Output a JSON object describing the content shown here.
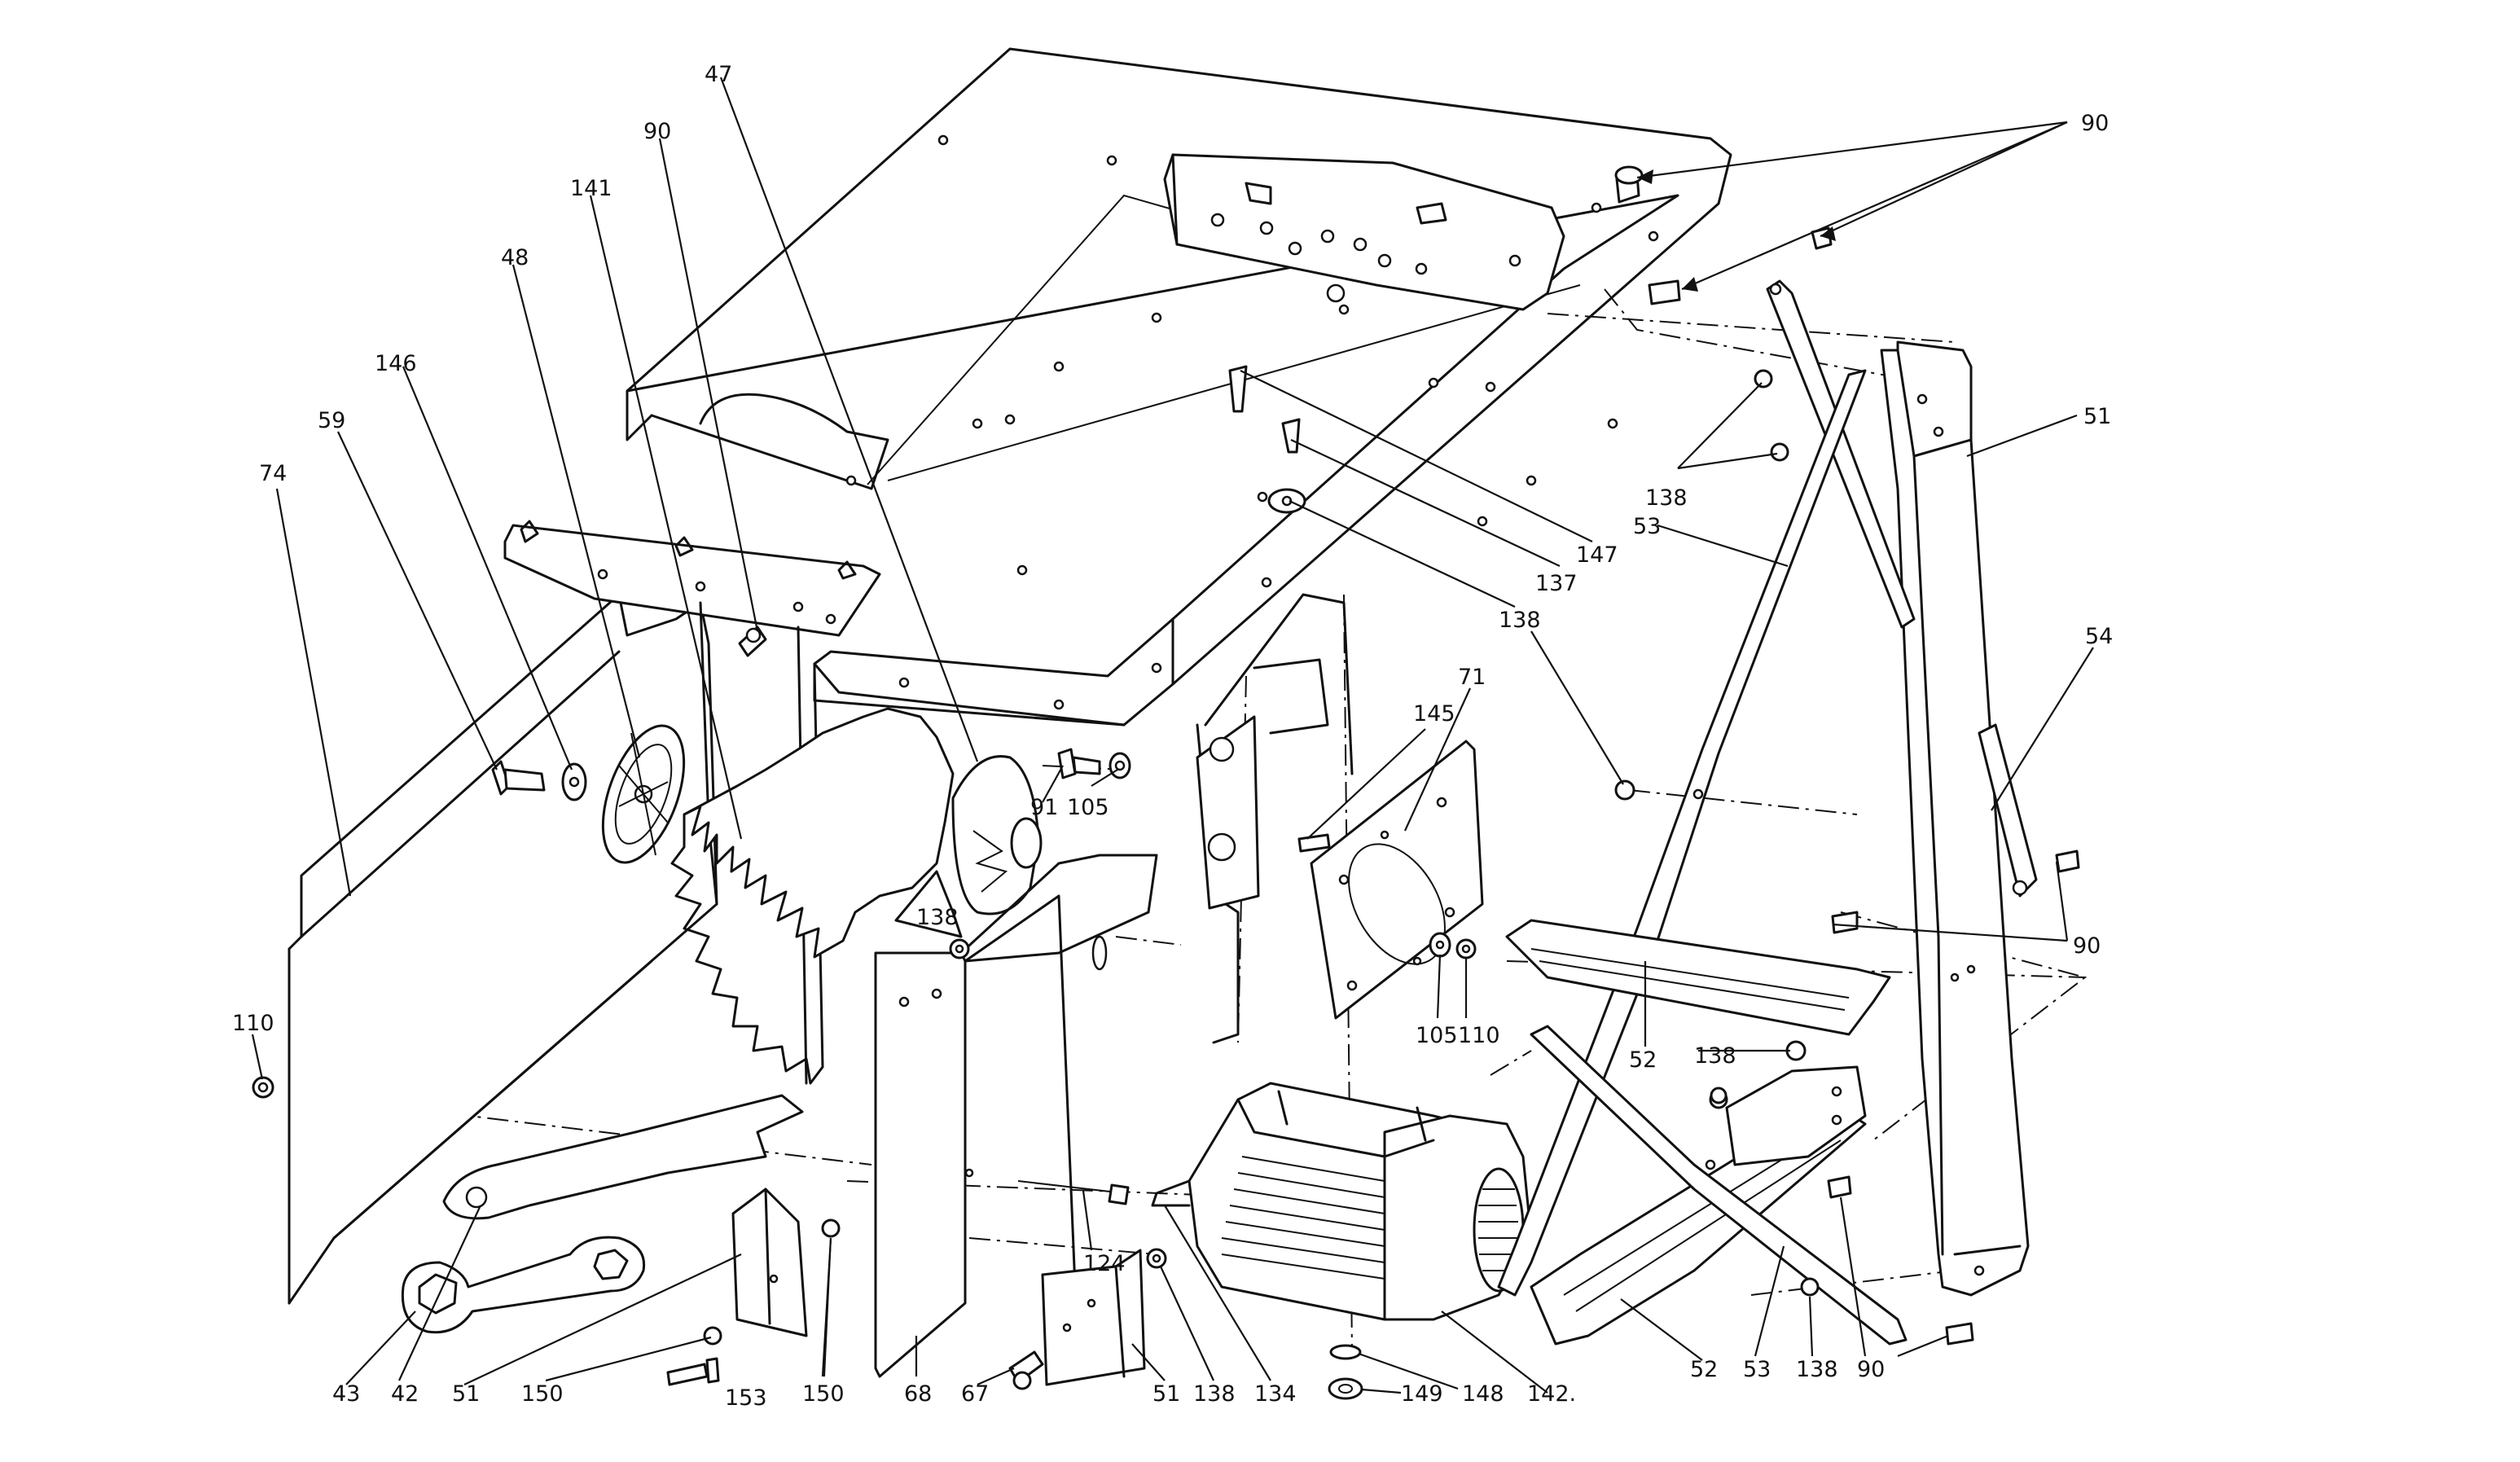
{
  "callouts": [
    {
      "id": "c90-top",
      "text": "90"
    },
    {
      "id": "c51-right",
      "text": "51"
    },
    {
      "id": "c53-right",
      "text": "53"
    },
    {
      "id": "c138-top",
      "text": "138"
    },
    {
      "id": "c147",
      "text": "147"
    },
    {
      "id": "c137",
      "text": "137"
    },
    {
      "id": "c138-mid",
      "text": "138"
    },
    {
      "id": "c54",
      "text": "54"
    },
    {
      "id": "c90-right",
      "text": "90"
    },
    {
      "id": "c47",
      "text": "47"
    },
    {
      "id": "c90-left",
      "text": "90"
    },
    {
      "id": "c141",
      "text": "141"
    },
    {
      "id": "c48",
      "text": "48"
    },
    {
      "id": "c146",
      "text": "146"
    },
    {
      "id": "c59",
      "text": "59"
    },
    {
      "id": "c74",
      "text": "74"
    },
    {
      "id": "c91",
      "text": "91"
    },
    {
      "id": "c105-upper",
      "text": "105"
    },
    {
      "id": "c145",
      "text": "145"
    },
    {
      "id": "c71",
      "text": "71"
    },
    {
      "id": "c138-blade",
      "text": "138"
    },
    {
      "id": "c110-left",
      "text": "110"
    },
    {
      "id": "c105-lower",
      "text": "105"
    },
    {
      "id": "c110-lower",
      "text": "110"
    },
    {
      "id": "c52-upper",
      "text": "52"
    },
    {
      "id": "c138-rail",
      "text": "138"
    },
    {
      "id": "c124",
      "text": "124"
    },
    {
      "id": "c43",
      "text": "43"
    },
    {
      "id": "c42",
      "text": "42"
    },
    {
      "id": "c51-bottom",
      "text": "51"
    },
    {
      "id": "c150-a",
      "text": "150"
    },
    {
      "id": "c153",
      "text": "153"
    },
    {
      "id": "c150-b",
      "text": "150"
    },
    {
      "id": "c68",
      "text": "68"
    },
    {
      "id": "c67",
      "text": "67"
    },
    {
      "id": "c51-bracket",
      "text": "51"
    },
    {
      "id": "c138-bottom",
      "text": "138"
    },
    {
      "id": "c134",
      "text": "134"
    },
    {
      "id": "c149",
      "text": "149"
    },
    {
      "id": "c148",
      "text": "148"
    },
    {
      "id": "c142",
      "text": "142."
    },
    {
      "id": "c52-lower",
      "text": "52"
    },
    {
      "id": "c53-lower",
      "text": "53"
    },
    {
      "id": "c138-lower",
      "text": "138"
    },
    {
      "id": "c90-lower",
      "text": "90"
    }
  ]
}
